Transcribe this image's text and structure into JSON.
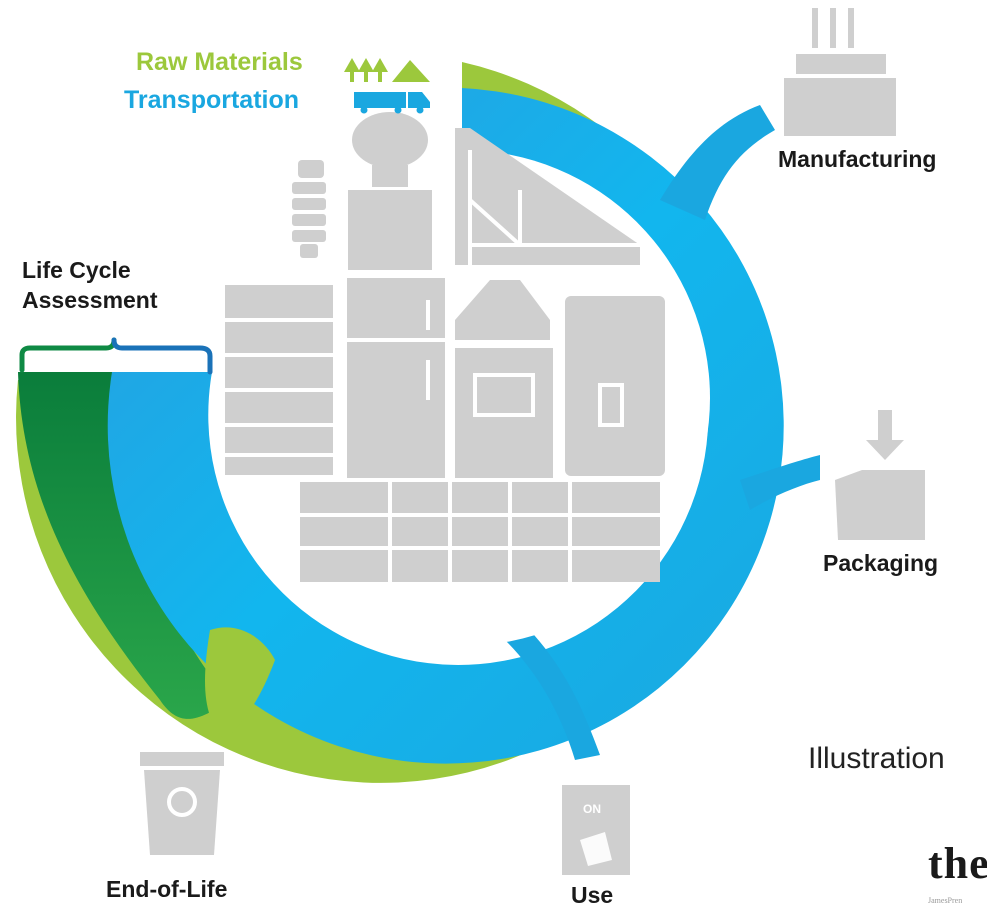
{
  "legend": {
    "raw_materials": "Raw Materials",
    "transportation": "Transportation",
    "raw_color": "#9cc83c",
    "transport_color": "#1aa7e0"
  },
  "lca_label": {
    "line1": "Life Cycle",
    "line2": "Assessment"
  },
  "stages": {
    "manufacturing": "Manufacturing",
    "packaging": "Packaging",
    "use": "Use",
    "end_of_life": "End-of-Life"
  },
  "use_icon_text": "ON",
  "caption": "Illustration",
  "publisher_fragment": "the",
  "credit_fragment": "JamesPren",
  "icons": [
    "trees-icon",
    "truck-icon",
    "factory-icon",
    "package-icon",
    "light-switch-icon",
    "recycle-bin-icon",
    "lightbulb-icon",
    "vent-icon",
    "roof-truss-icon",
    "refrigerator-icon",
    "range-hood-icon",
    "stove-icon",
    "water-heater-icon",
    "brick-wall-icon",
    "window-icon"
  ],
  "colors": {
    "green_dark": "#0f8a44",
    "green_light": "#9cc83c",
    "blue": "#1aa7e0",
    "icon_gray": "#cfcfcf"
  }
}
